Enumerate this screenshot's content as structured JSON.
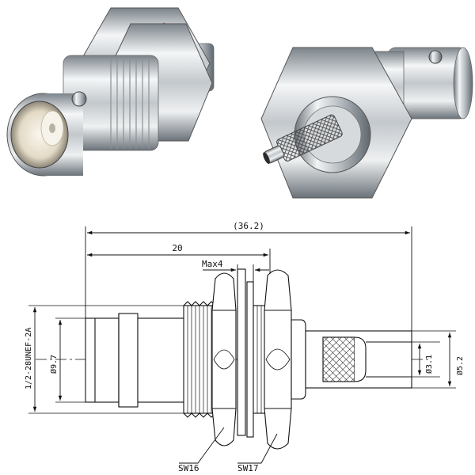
{
  "dimensions": {
    "overall_length": "(36.2)",
    "length_to_flange": "20",
    "panel_thickness": "Max4",
    "thread_spec": "1/2-28UNEF-2A",
    "body_diameter": "Ø9.7",
    "pin_diameter": "Ø3.1",
    "crimp_diameter": "Ø5.2"
  },
  "callouts": {
    "nut_wrench_size": "SW16",
    "hex_wrench_size": "SW17"
  },
  "colors": {
    "line": "#111111",
    "metal_light": "#e9ecee",
    "metal_mid": "#b9bfc4",
    "metal_dark": "#6d757c",
    "gasket": "#b5562b",
    "insulator": "#ece4d2"
  }
}
